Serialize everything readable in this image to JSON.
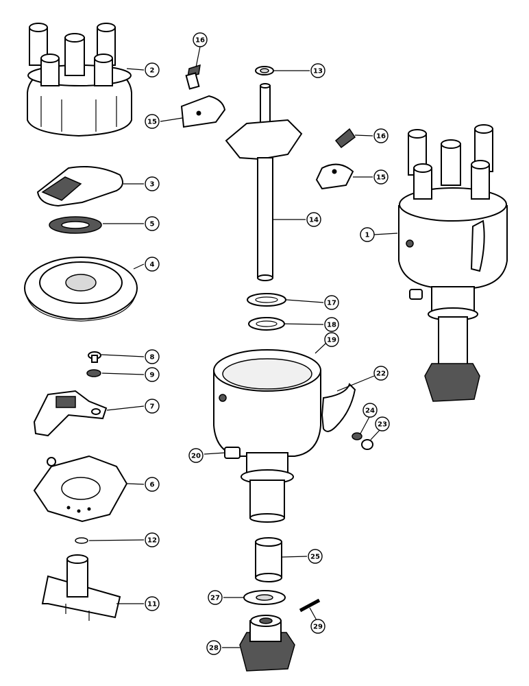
{
  "diagram": {
    "callouts": [
      {
        "id": "c1",
        "label": "1"
      },
      {
        "id": "c2",
        "label": "2"
      },
      {
        "id": "c3",
        "label": "3"
      },
      {
        "id": "c4",
        "label": "4"
      },
      {
        "id": "c5",
        "label": "5"
      },
      {
        "id": "c6",
        "label": "6"
      },
      {
        "id": "c7",
        "label": "7"
      },
      {
        "id": "c8",
        "label": "8"
      },
      {
        "id": "c9",
        "label": "9"
      },
      {
        "id": "c11",
        "label": "11"
      },
      {
        "id": "c12",
        "label": "12"
      },
      {
        "id": "c13",
        "label": "13"
      },
      {
        "id": "c14",
        "label": "14"
      },
      {
        "id": "c15a",
        "label": "15"
      },
      {
        "id": "c15b",
        "label": "15"
      },
      {
        "id": "c16a",
        "label": "16"
      },
      {
        "id": "c16b",
        "label": "16"
      },
      {
        "id": "c17",
        "label": "17"
      },
      {
        "id": "c18",
        "label": "18"
      },
      {
        "id": "c19",
        "label": "19"
      },
      {
        "id": "c20",
        "label": "20"
      },
      {
        "id": "c22",
        "label": "22"
      },
      {
        "id": "c23",
        "label": "23"
      },
      {
        "id": "c24",
        "label": "24"
      },
      {
        "id": "c25",
        "label": "25"
      },
      {
        "id": "c27",
        "label": "27"
      },
      {
        "id": "c28",
        "label": "28"
      },
      {
        "id": "c29",
        "label": "29"
      }
    ]
  }
}
